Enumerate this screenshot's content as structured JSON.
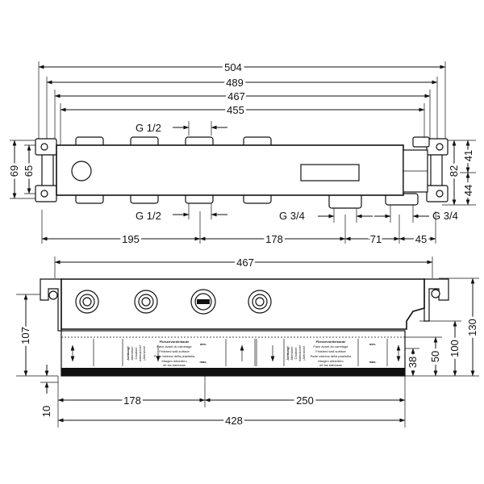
{
  "top_view": {
    "dims": {
      "d504": "504",
      "d489": "489",
      "d467": "467",
      "d455": "455",
      "d195": "195",
      "d178": "178",
      "d71": "71",
      "d45": "45",
      "d69": "69",
      "d65": "65",
      "d82": "82",
      "d41": "41",
      "d44": "44"
    },
    "threads": {
      "g_half_top": "G 1/2",
      "g_half_bottom": "G 1/2",
      "g_three_quarter_left": "G 3/4",
      "g_three_quarter_right": "G 3/4"
    }
  },
  "front_view": {
    "dims": {
      "d467": "467",
      "d107": "107",
      "d10": "10",
      "d130": "130",
      "d100": "100",
      "d50": "50",
      "d38": "38",
      "d178": "178",
      "d250": "250",
      "d428": "428"
    },
    "label_left": {
      "heading": "Fliesenvorderkante",
      "lines": [
        "Face avant du carrelage",
        "Finished wall surface",
        "Parte esterna della piastrella",
        "Margen delantero",
        "de las baldosas"
      ],
      "side": [
        "Achtung!",
        "Attention!",
        "Caution!",
        "Attenzione!",
        "¡Atención!"
      ],
      "min": "min.",
      "max": "max."
    },
    "label_right": {
      "heading": "Fliesenvorderkante",
      "lines": [
        "Face avant du carrelage",
        "Finished wall surface",
        "Parte esterna della piastrella",
        "Margen delantero",
        "de las baldosas"
      ],
      "side": [
        "Achtung!",
        "Attention!",
        "Caution!",
        "Attenzione!",
        "¡Atención!"
      ],
      "min": "min.",
      "max": "max."
    }
  }
}
